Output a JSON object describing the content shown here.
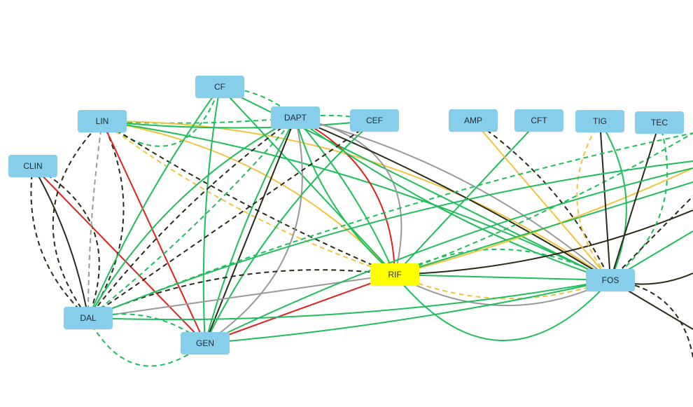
{
  "graph": {
    "nodes": [
      {
        "id": "CLIN",
        "label": "CLIN",
        "focus": false
      },
      {
        "id": "LIN",
        "label": "LIN",
        "focus": false
      },
      {
        "id": "CF",
        "label": "CF",
        "focus": false
      },
      {
        "id": "DAPT",
        "label": "DAPT",
        "focus": false
      },
      {
        "id": "CEF",
        "label": "CEF",
        "focus": false
      },
      {
        "id": "AMP",
        "label": "AMP",
        "focus": false
      },
      {
        "id": "CFT",
        "label": "CFT",
        "focus": false
      },
      {
        "id": "TIG",
        "label": "TIG",
        "focus": false
      },
      {
        "id": "TEC",
        "label": "TEC",
        "focus": false
      },
      {
        "id": "RIF",
        "label": "RIF",
        "focus": true
      },
      {
        "id": "FOS",
        "label": "FOS",
        "focus": false
      },
      {
        "id": "DAL",
        "label": "DAL",
        "focus": false
      },
      {
        "id": "GEN",
        "label": "GEN",
        "focus": false
      }
    ],
    "colors": {
      "green": "#1ebe5a",
      "dark": "#2b2a1a",
      "red": "#e0201c",
      "yellow": "#f4c23c",
      "gray": "#999999",
      "node": "#87ceeb",
      "focus": "#ffff00"
    }
  }
}
